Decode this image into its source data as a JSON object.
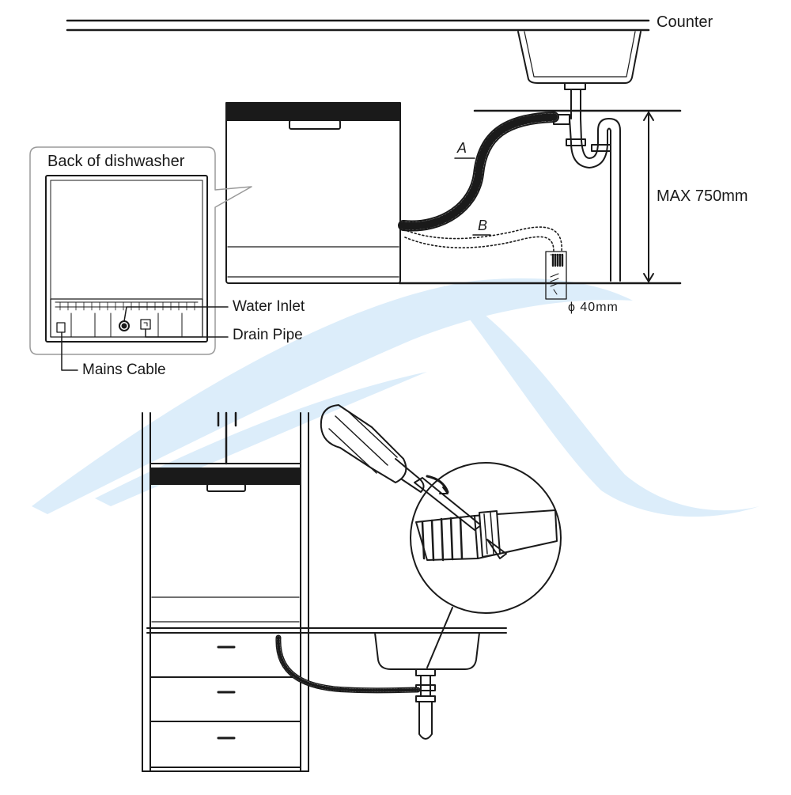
{
  "labels": {
    "counter": "Counter",
    "back_of_dishwasher": "Back of dishwasher",
    "water_inlet": "Water Inlet",
    "drain_pipe": "Drain Pipe",
    "mains_cable": "Mains Cable",
    "max_height": "MAX 750mm",
    "pipe_diameter": "ϕ 40mm",
    "hose_a": "A",
    "hose_b": "B"
  },
  "colors": {
    "line": "#1a1a1a",
    "watermark": "#dcedfa",
    "panel_border": "#9a9a9a"
  }
}
